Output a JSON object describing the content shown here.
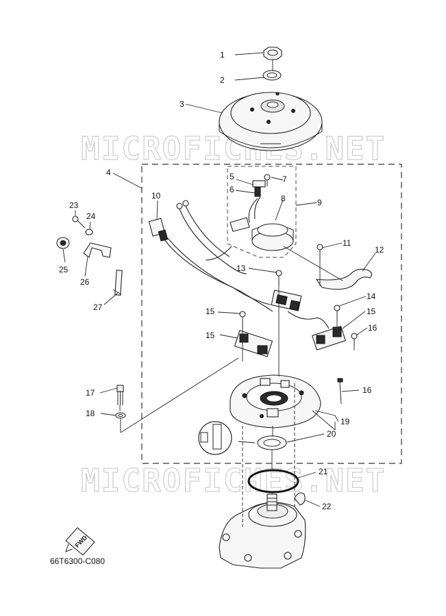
{
  "watermark": {
    "text_top": "MICROFICHES.NET",
    "text_bottom": "MICROFICHES.NET"
  },
  "diagram_code": "66T6300-C080",
  "fwd_label": "FWD",
  "callouts": [
    {
      "id": "1",
      "text": "1"
    },
    {
      "id": "2",
      "text": "2"
    },
    {
      "id": "3",
      "text": "3"
    },
    {
      "id": "4",
      "text": "4"
    },
    {
      "id": "5",
      "text": "5"
    },
    {
      "id": "6",
      "text": "6"
    },
    {
      "id": "7",
      "text": "7"
    },
    {
      "id": "8",
      "text": "8"
    },
    {
      "id": "9",
      "text": "9"
    },
    {
      "id": "10",
      "text": "10"
    },
    {
      "id": "11",
      "text": "11"
    },
    {
      "id": "12",
      "text": "12"
    },
    {
      "id": "13",
      "text": "13"
    },
    {
      "id": "14",
      "text": "14"
    },
    {
      "id": "15a",
      "text": "15"
    },
    {
      "id": "15b",
      "text": "15"
    },
    {
      "id": "15c",
      "text": "15"
    },
    {
      "id": "16a",
      "text": "16"
    },
    {
      "id": "16b",
      "text": "16"
    },
    {
      "id": "17",
      "text": "17"
    },
    {
      "id": "18",
      "text": "18"
    },
    {
      "id": "19",
      "text": "19"
    },
    {
      "id": "20",
      "text": "20"
    },
    {
      "id": "21",
      "text": "21"
    },
    {
      "id": "22",
      "text": "22"
    },
    {
      "id": "23",
      "text": "23"
    },
    {
      "id": "24",
      "text": "24"
    },
    {
      "id": "25",
      "text": "25"
    },
    {
      "id": "26",
      "text": "26"
    },
    {
      "id": "27",
      "text": "27"
    }
  ]
}
